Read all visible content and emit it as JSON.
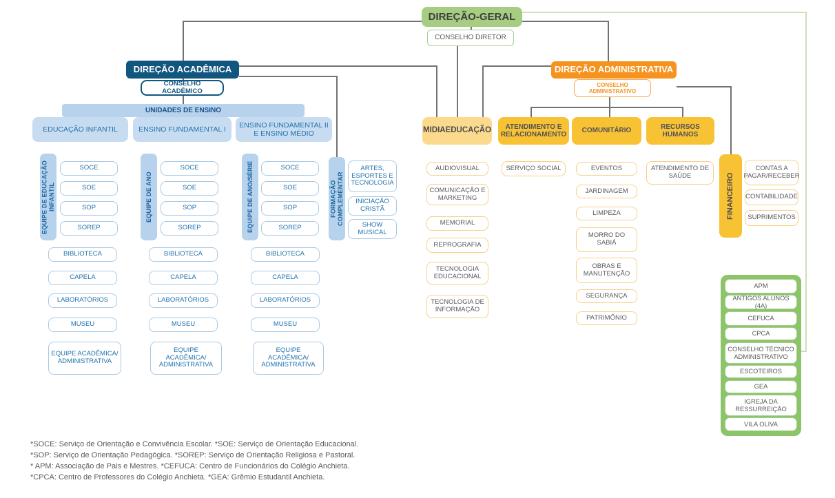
{
  "root": {
    "title": "DIREÇÃO-GERAL",
    "council": "CONSELHO DIRETOR"
  },
  "academic": {
    "title": "DIREÇÃO ACADÊMICA",
    "council": "CONSELHO ACADÊMICO",
    "units_bar": "UNIDADES DE ENSINO",
    "units": [
      "EDUCAÇÃO INFANTIL",
      "ENSINO FUNDAMENTAL I",
      "ENSINO FUNDAMENTAL II E ENSINO MÉDIO"
    ],
    "columns": [
      {
        "team": "EQUIPE DE EDUCAÇÃO INFANTIL",
        "services": [
          "SOCE",
          "SOE",
          "SOP",
          "SOREP"
        ],
        "facilities": [
          "BIBLIOTECA",
          "CAPELA",
          "LABORATÓRIOS",
          "MUSEU"
        ],
        "staff": "EQUIPE ACADÊMICA/ ADMINISTRATIVA"
      },
      {
        "team": "EQUIPE DE ANO",
        "services": [
          "SOCE",
          "SOE",
          "SOP",
          "SOREP"
        ],
        "facilities": [
          "BIBLIOTECA",
          "CAPELA",
          "LABORATÓRIOS",
          "MUSEU"
        ],
        "staff": "EQUIPE ACADÊMICA/ ADMINISTRATIVA"
      },
      {
        "team": "EQUIPE DE ANO/SÉRIE",
        "services": [
          "SOCE",
          "SOE",
          "SOP",
          "SOREP"
        ],
        "facilities": [
          "BIBLIOTECA",
          "CAPELA",
          "LABORATÓRIOS",
          "MUSEU"
        ],
        "staff": "EQUIPE ACADÊMICA/ ADMINISTRATIVA"
      }
    ],
    "complementary": {
      "team": "FORMAÇÃO COMPLEMENTAR",
      "items": [
        "ARTES, ESPORTES E TECNOLOGIA",
        "INICIAÇÃO CRISTÃ",
        "SHOW MUSICAL"
      ]
    }
  },
  "administrative": {
    "title": "DIREÇÃO ADMINISTRATIVA",
    "council": "CONSELHO ADMINISTRATIVO",
    "departments": [
      {
        "name": "MIDIAEDUCAÇÃO",
        "items": [
          "AUDIOVISUAL",
          "COMUNICAÇÃO E MARKETING",
          "MEMORIAL",
          "REPROGRAFIA",
          "TECNOLOGIA EDUCACIONAL",
          "TECNOLOGIA DE INFORMAÇÃO"
        ]
      },
      {
        "name": "ATENDIMENTO E RELACIONAMENTO",
        "items": [
          "SERVIÇO SOCIAL"
        ]
      },
      {
        "name": "COMUNITÁRIO",
        "items": [
          "EVENTOS",
          "JARDINAGEM",
          "LIMPEZA",
          "MORRO DO SABIÁ",
          "OBRAS E MANUTENÇÃO",
          "SEGURANÇA",
          "PATRIMÔNIO"
        ]
      },
      {
        "name": "RECURSOS HUMANOS",
        "items": [
          "ATENDIMENTO DE SAÚDE"
        ]
      }
    ],
    "financial": {
      "name": "FINANCEIRO",
      "items": [
        "CONTAS A PAGAR/RECEBER",
        "CONTABILIDADE",
        "SUPRIMENTOS"
      ]
    }
  },
  "associated": {
    "items": [
      "APM",
      "ANTIGOS ALUNOS (4A)",
      "CEFUCA",
      "CPCA",
      "CONSELHO TÉCNICO ADMINISTRATIVO",
      "ESCOTEIROS",
      "GEA",
      "IGREJA DA RESSURREIÇÃO",
      "VILA OLIVA"
    ]
  },
  "footnotes": {
    "lines": [
      "*SOCE: Serviço de Orientação e Convivência Escolar. *SOE: Serviço de Orientação Educacional.",
      "*SOP: Serviço de Orientação Pedagógica. *SOREP: Serviço de Orientação Religiosa e Pastoral.",
      "* APM: Associação de Pais e Mestres. *CEFUCA: Centro de Funcionários do Colégio Anchieta.",
      "*CPCA: Centro de Professores do Colégio Anchieta. *GEA: Grêmio Estudantil Anchieta."
    ]
  },
  "colors": {
    "green": "#a6cd82",
    "group_green": "#8cc46a",
    "dark_blue": "#11567e",
    "light_blue": "#b7d2ec",
    "orange": "#f6921e",
    "yellow": "#f8c235",
    "light_yellow": "#fbda8e",
    "line_gray": "#717274",
    "line_green": "#cbdfba"
  }
}
